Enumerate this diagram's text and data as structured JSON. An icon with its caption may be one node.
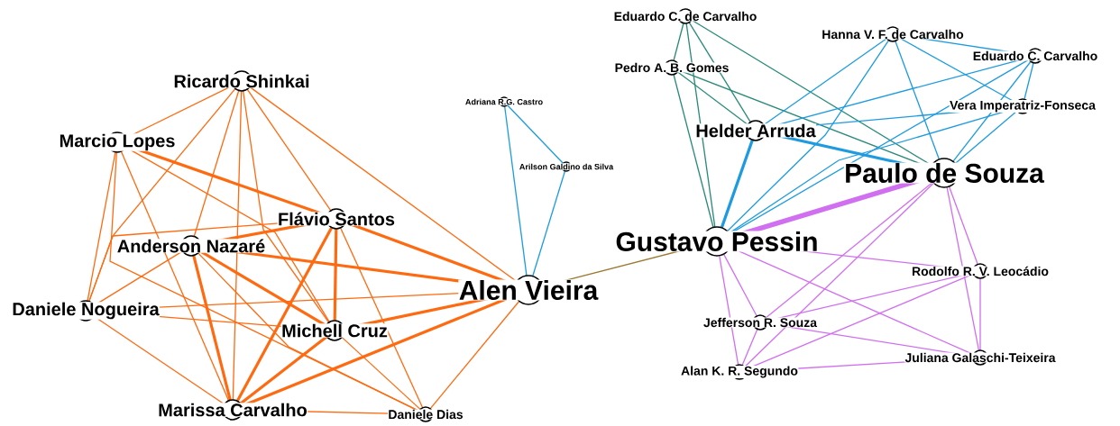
{
  "diagram": {
    "nodes": [
      {
        "text": [
          "Ricardo Shinkai"
        ]
      },
      {
        "text": [
          "Marcio Lopes"
        ]
      },
      {
        "text": [
          "Flávio Santos"
        ]
      },
      {
        "text": [
          "Anderson Nazaré"
        ]
      },
      {
        "text": [
          "Daniele Nogueira"
        ]
      },
      {
        "text": [
          "Michell Cruz"
        ]
      },
      {
        "text": [
          "Alen Vieira"
        ]
      },
      {
        "text": [
          "Marissa Carvalho"
        ]
      },
      {
        "text": [
          "Daniele Dias"
        ]
      },
      {
        "text": [
          "Adriana R.G. Castro"
        ]
      },
      {
        "text": [
          "Arilson Galdino da Silva"
        ]
      },
      {
        "text": [
          "Eduardo C. de Carvalho"
        ]
      },
      {
        "text": [
          "Hanna V. F. de Carvalho"
        ]
      },
      {
        "text": [
          "Eduardo C. Carvalho"
        ]
      },
      {
        "text": [
          "Pedro A. B. Gomes"
        ]
      },
      {
        "text": [
          "Vera Imperatriz-Fonseca"
        ]
      },
      {
        "text": [
          "Helder Arruda"
        ]
      },
      {
        "text": [
          "Paulo de Souza"
        ]
      },
      {
        "text": [
          "Gustavo Pessin"
        ]
      },
      {
        "text": [
          "Rodolfo R. V. Leocádio"
        ]
      },
      {
        "text": [
          "Jefferson R. Souza"
        ]
      },
      {
        "text": [
          "Alan K. R. Segundo"
        ]
      },
      {
        "text": [
          "Juliana Galaschi-Teixeira"
        ]
      }
    ],
    "edges": [
      {
        "from": 0,
        "to": 1,
        "arrow": "none"
      },
      {
        "from": 0,
        "to": 4,
        "arrow": "none"
      },
      {
        "from": 0,
        "to": 3,
        "arrow": "none"
      },
      {
        "from": 0,
        "to": 7,
        "arrow": "none"
      },
      {
        "from": 0,
        "to": 5,
        "arrow": "none"
      },
      {
        "from": 0,
        "to": 2,
        "arrow": "none"
      },
      {
        "from": 0,
        "to": 6,
        "arrow": "none"
      },
      {
        "from": 1,
        "to": 4,
        "arrow": "none"
      },
      {
        "from": 1,
        "to": 2,
        "arrow": "none",
        "style": "thick"
      },
      {
        "from": 1,
        "to": 7,
        "arrow": "none"
      },
      {
        "from": 1,
        "to": 5,
        "arrow": "none"
      },
      {
        "from": 1,
        "to": 8,
        "arrow": "none"
      },
      {
        "from": 2,
        "to": 3,
        "arrow": "none",
        "style": "thick"
      },
      {
        "from": 2,
        "to": 4,
        "arrow": "none"
      },
      {
        "from": 2,
        "to": 5,
        "arrow": "none",
        "style": "thick"
      },
      {
        "from": 2,
        "to": 7,
        "arrow": "none",
        "style": "thick"
      },
      {
        "from": 2,
        "to": 6,
        "arrow": "none",
        "style": "thick"
      },
      {
        "from": 2,
        "to": 8,
        "arrow": "none"
      },
      {
        "from": 3,
        "to": 5,
        "arrow": "none",
        "style": "thick"
      },
      {
        "from": 3,
        "to": 7,
        "arrow": "none",
        "style": "thick"
      },
      {
        "from": 3,
        "to": 6,
        "arrow": "none",
        "style": "thick"
      },
      {
        "from": 3,
        "to": 4,
        "arrow": "none"
      },
      {
        "from": 3,
        "to": 8,
        "arrow": "none"
      },
      {
        "from": 4,
        "to": 6,
        "arrow": "none"
      },
      {
        "from": 4,
        "to": 5,
        "arrow": "none"
      },
      {
        "from": 4,
        "to": 7,
        "arrow": "none"
      },
      {
        "from": 5,
        "to": 6,
        "arrow": "none",
        "style": "thick"
      },
      {
        "from": 5,
        "to": 7,
        "arrow": "none",
        "style": "thick"
      },
      {
        "from": 5,
        "to": 8,
        "arrow": "none"
      },
      {
        "from": 7,
        "to": 6,
        "arrow": "none",
        "style": "thick"
      },
      {
        "from": 7,
        "to": 8,
        "arrow": "none"
      },
      {
        "from": 6,
        "to": 8,
        "arrow": "none"
      },
      {
        "from": 6,
        "to": 9,
        "arrow": "none",
        "color": "#1e9be0"
      },
      {
        "from": 6,
        "to": 10,
        "arrow": "none",
        "color": "#1e9be0"
      },
      {
        "from": 9,
        "to": 10,
        "arrow": "none",
        "color": "#1e9be0"
      },
      {
        "from": 6,
        "to": 18,
        "arrow": "none",
        "color": "#9a7a30"
      },
      {
        "from": 11,
        "to": 14,
        "arrow": "none",
        "color": "#2a8a7a"
      },
      {
        "from": 11,
        "to": 16,
        "arrow": "none",
        "color": "#2a8a7a"
      },
      {
        "from": 11,
        "to": 18,
        "arrow": "none",
        "color": "#2a8a7a"
      },
      {
        "from": 11,
        "to": 17,
        "arrow": "none",
        "color": "#2a8a7a"
      },
      {
        "from": 14,
        "to": 16,
        "arrow": "none",
        "color": "#2a8a7a"
      },
      {
        "from": 14,
        "to": 17,
        "arrow": "none",
        "color": "#2a8a7a"
      },
      {
        "from": 14,
        "to": 18,
        "arrow": "none",
        "color": "#2a8a7a"
      },
      {
        "from": 12,
        "to": 16,
        "arrow": "none",
        "color": "#1e9be0"
      },
      {
        "from": 12,
        "to": 18,
        "arrow": "none",
        "color": "#1e9be0"
      },
      {
        "from": 12,
        "to": 17,
        "arrow": "none",
        "color": "#1e9be0"
      },
      {
        "from": 12,
        "to": 13,
        "arrow": "none",
        "color": "#1e9be0"
      },
      {
        "from": 12,
        "to": 15,
        "arrow": "none",
        "color": "#1e9be0"
      },
      {
        "from": 13,
        "to": 16,
        "arrow": "none",
        "color": "#1e9be0"
      },
      {
        "from": 13,
        "to": 18,
        "arrow": "none",
        "color": "#1e9be0"
      },
      {
        "from": 13,
        "to": 17,
        "arrow": "none",
        "color": "#1e9be0"
      },
      {
        "from": 13,
        "to": 15,
        "arrow": "none",
        "color": "#1e9be0"
      },
      {
        "from": 15,
        "to": 16,
        "arrow": "none",
        "color": "#1e9be0"
      },
      {
        "from": 15,
        "to": 17,
        "arrow": "none",
        "color": "#1e9be0"
      },
      {
        "from": 15,
        "to": 18,
        "arrow": "none",
        "color": "#1e9be0"
      },
      {
        "from": 16,
        "to": 17,
        "arrow": "none",
        "style": "thick",
        "color": "#1e9be0"
      },
      {
        "from": 16,
        "to": 18,
        "arrow": "none",
        "style": "thick",
        "color": "#1e9be0"
      },
      {
        "from": 18,
        "to": 17,
        "arrow": "none",
        "style": "thick",
        "color": "#d070f0"
      },
      {
        "from": 18,
        "to": 19,
        "arrow": "none",
        "color": "#d070f0"
      },
      {
        "from": 18,
        "to": 20,
        "arrow": "none",
        "color": "#d070f0"
      },
      {
        "from": 18,
        "to": 21,
        "arrow": "none",
        "color": "#d070f0"
      },
      {
        "from": 18,
        "to": 22,
        "arrow": "none",
        "color": "#d070f0"
      },
      {
        "from": 17,
        "to": 20,
        "arrow": "none",
        "color": "#d070f0"
      },
      {
        "from": 17,
        "to": 21,
        "arrow": "none",
        "color": "#d070f0"
      },
      {
        "from": 17,
        "to": 19,
        "arrow": "none",
        "color": "#d070f0"
      },
      {
        "from": 17,
        "to": 22,
        "arrow": "none",
        "color": "#d070f0"
      },
      {
        "from": 19,
        "to": 20,
        "arrow": "none",
        "color": "#d070f0"
      },
      {
        "from": 19,
        "to": 21,
        "arrow": "none",
        "color": "#d070f0"
      },
      {
        "from": 19,
        "to": 22,
        "arrow": "none",
        "color": "#d070f0"
      },
      {
        "from": 20,
        "to": 21,
        "arrow": "none",
        "color": "#d070f0"
      },
      {
        "from": 20,
        "to": 22,
        "arrow": "none",
        "color": "#d070f0"
      },
      {
        "from": 21,
        "to": 22,
        "arrow": "none",
        "color": "#d070f0"
      }
    ]
  }
}
